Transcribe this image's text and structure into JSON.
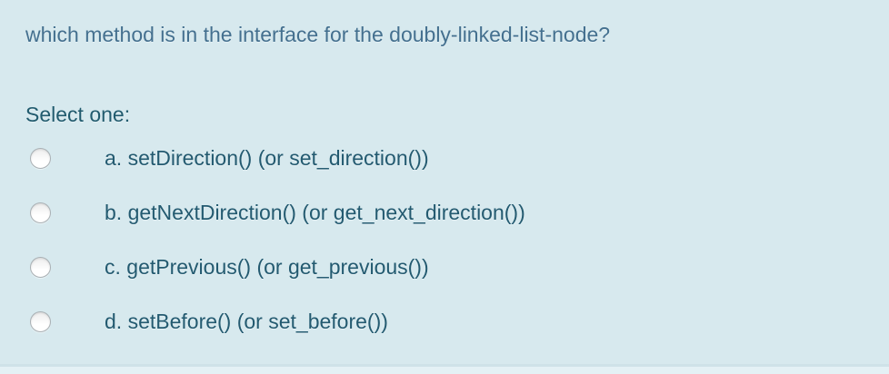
{
  "colors": {
    "page_background": "#e4f1f5",
    "panel_background": "#d7e9ee",
    "panel_edge": "#cfe2e8",
    "question_text": "#44708f",
    "prompt_text": "#215b6e",
    "option_text": "#235a70",
    "radio_border": "#a9b0b4",
    "radio_fill": "#ffffff"
  },
  "question": {
    "text": "which method is in the interface for the doubly-linked-list-node?"
  },
  "prompt": "Select one:",
  "options": [
    {
      "key": "a",
      "label": "a. setDirection() (or set_direction())",
      "selected": false
    },
    {
      "key": "b",
      "label": "b. getNextDirection() (or get_next_direction())",
      "selected": false
    },
    {
      "key": "c",
      "label": "c. getPrevious() (or get_previous())",
      "selected": false
    },
    {
      "key": "d",
      "label": "d. setBefore() (or set_before())",
      "selected": false
    }
  ]
}
